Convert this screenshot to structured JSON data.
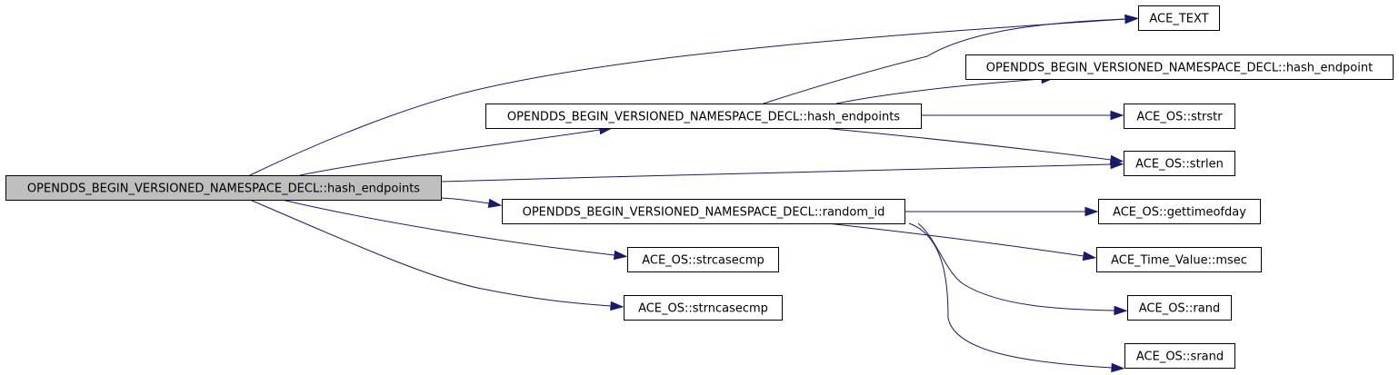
{
  "nodes": [
    {
      "id": "root",
      "label": "OPENDDS_BEGIN_VERSIONED_NAMESPACE_DECL::hash_endpoints",
      "highlighted": true
    },
    {
      "id": "hash_endpoints",
      "label": "OPENDDS_BEGIN_VERSIONED_NAMESPACE_DECL::hash_endpoints"
    },
    {
      "id": "random_id",
      "label": "OPENDDS_BEGIN_VERSIONED_NAMESPACE_DECL::random_id"
    },
    {
      "id": "strcasecmp",
      "label": "ACE_OS::strcasecmp"
    },
    {
      "id": "strncasecmp",
      "label": "ACE_OS::strncasecmp"
    },
    {
      "id": "ace_text",
      "label": "ACE_TEXT"
    },
    {
      "id": "hash_endpoint",
      "label": "OPENDDS_BEGIN_VERSIONED_NAMESPACE_DECL::hash_endpoint"
    },
    {
      "id": "strstr",
      "label": "ACE_OS::strstr"
    },
    {
      "id": "strlen",
      "label": "ACE_OS::strlen"
    },
    {
      "id": "gettimeofday",
      "label": "ACE_OS::gettimeofday"
    },
    {
      "id": "msec",
      "label": "ACE_Time_Value::msec"
    },
    {
      "id": "rand",
      "label": "ACE_OS::rand"
    },
    {
      "id": "srand",
      "label": "ACE_OS::srand"
    }
  ],
  "edges": [
    {
      "from": "root",
      "to": "ace_text"
    },
    {
      "from": "root",
      "to": "hash_endpoints"
    },
    {
      "from": "root",
      "to": "strlen"
    },
    {
      "from": "root",
      "to": "random_id"
    },
    {
      "from": "root",
      "to": "strcasecmp"
    },
    {
      "from": "root",
      "to": "strncasecmp"
    },
    {
      "from": "hash_endpoints",
      "to": "ace_text"
    },
    {
      "from": "hash_endpoints",
      "to": "hash_endpoint"
    },
    {
      "from": "hash_endpoints",
      "to": "strstr"
    },
    {
      "from": "hash_endpoints",
      "to": "strlen"
    },
    {
      "from": "random_id",
      "to": "gettimeofday"
    },
    {
      "from": "random_id",
      "to": "msec"
    },
    {
      "from": "random_id",
      "to": "rand"
    },
    {
      "from": "random_id",
      "to": "srand"
    }
  ],
  "colors": {
    "edge": "#191970",
    "highlight_fill": "#bfbfbf",
    "node_border": "#000000"
  }
}
